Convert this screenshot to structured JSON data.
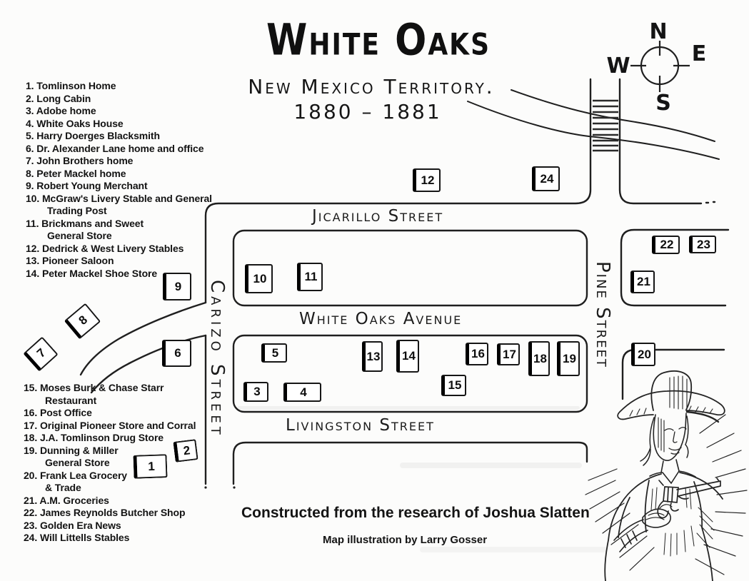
{
  "title": {
    "main": "White Oaks",
    "territory": "New Mexico Territory.",
    "years": "1880 – 1881"
  },
  "compass": {
    "north": "N",
    "south": "S",
    "east": "E",
    "west": "W"
  },
  "streets": {
    "jicarillo": "Jicarillo Street",
    "white_oaks": "White Oaks Avenue",
    "livingston": "Livingston Street",
    "carizo": "Carizo Street",
    "pine": "Pine Street"
  },
  "legend": {
    "group1": [
      {
        "num": "1.",
        "text": "Tomlinson Home"
      },
      {
        "num": "2.",
        "text": "Long Cabin"
      },
      {
        "num": "3.",
        "text": "Adobe home"
      },
      {
        "num": "4.",
        "text": "White Oaks House"
      },
      {
        "num": "5.",
        "text": "Harry Doerges Blacksmith"
      },
      {
        "num": "6.",
        "text": "Dr. Alexander Lane home and office"
      },
      {
        "num": "7.",
        "text": "John Brothers home"
      },
      {
        "num": "8.",
        "text": "Peter Mackel home"
      },
      {
        "num": "9.",
        "text": "Robert Young Merchant"
      },
      {
        "num": "10.",
        "text": "McGraw's Livery Stable and General",
        "cont": "Trading Post"
      },
      {
        "num": "11.",
        "text": "Brickmans and Sweet",
        "cont": "General Store"
      },
      {
        "num": "12.",
        "text": "Dedrick & West Livery Stables"
      },
      {
        "num": "13.",
        "text": "Pioneer Saloon"
      },
      {
        "num": "14.",
        "text": "Peter Mackel Shoe Store"
      }
    ],
    "group2": [
      {
        "num": "15.",
        "text": "Moses Burk & Chase Starr",
        "cont": "Restaurant"
      },
      {
        "num": "16.",
        "text": "Post Office"
      },
      {
        "num": "17.",
        "text": "Original Pioneer Store and Corral"
      },
      {
        "num": "18.",
        "text": "J.A. Tomlinson Drug Store"
      },
      {
        "num": "19.",
        "text": "Dunning & Miller",
        "cont": "General Store"
      },
      {
        "num": "20.",
        "text": "Frank Lea Grocery",
        "cont": "& Trade"
      },
      {
        "num": "21.",
        "text": "A.M. Groceries"
      },
      {
        "num": "22.",
        "text": "James Reynolds Butcher Shop"
      },
      {
        "num": "23.",
        "text": "Golden Era News"
      },
      {
        "num": "24.",
        "text": "Will Littells Stables"
      }
    ]
  },
  "map": {
    "box_numbers": [
      "1",
      "2",
      "3",
      "4",
      "5",
      "6",
      "7",
      "8",
      "9",
      "10",
      "11",
      "12",
      "13",
      "14",
      "15",
      "16",
      "17",
      "18",
      "19",
      "20",
      "21",
      "22",
      "23",
      "24"
    ]
  },
  "credits": {
    "research": "Constructed from the research of Joshua Slatten",
    "illustration": "Map illustration by Larry Gosser"
  },
  "colors": {
    "ink": "#1f1f1f",
    "paper": "#fcfcfb"
  }
}
